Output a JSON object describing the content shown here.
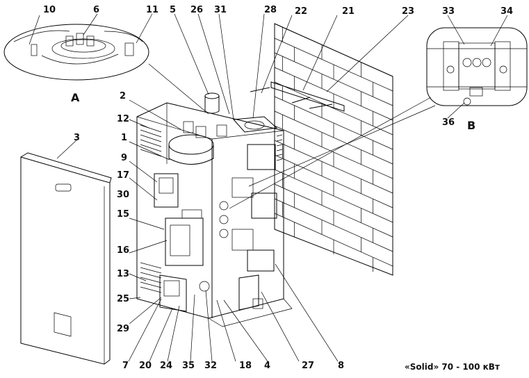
{
  "caption": "«Solid» 70 - 100 кВт",
  "callout_a_letter": "A",
  "callout_b_letter": "B",
  "labels": [
    "10",
    "6",
    "11",
    "5",
    "26",
    "31",
    "28",
    "22",
    "21",
    "23",
    "33",
    "34",
    "2",
    "12",
    "1",
    "9",
    "17",
    "30",
    "15",
    "16",
    "13",
    "25",
    "29",
    "7",
    "20",
    "24",
    "35",
    "32",
    "18",
    "4",
    "27",
    "8",
    "3",
    "36"
  ]
}
